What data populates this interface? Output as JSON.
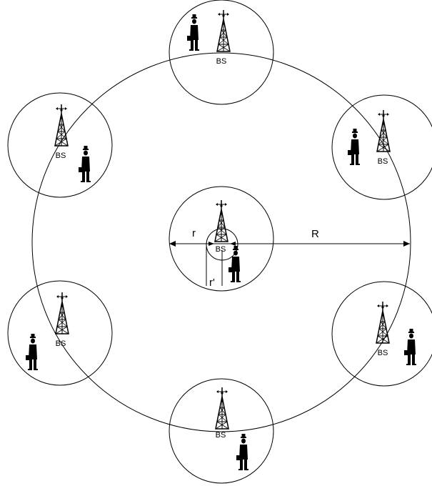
{
  "colors": {
    "line": "#000000",
    "background": "#ffffff"
  },
  "labels": {
    "base_station": "BS",
    "inner_radius": "r",
    "small_radius": "r'",
    "outer_radius": "R"
  },
  "cells": [
    {
      "id": "top",
      "bs_label": "BS"
    },
    {
      "id": "upper-left",
      "bs_label": "BS"
    },
    {
      "id": "upper-right",
      "bs_label": "BS"
    },
    {
      "id": "center",
      "bs_label": "BS"
    },
    {
      "id": "lower-left",
      "bs_label": "BS"
    },
    {
      "id": "lower-right",
      "bs_label": "BS"
    },
    {
      "id": "bottom",
      "bs_label": "BS"
    }
  ]
}
